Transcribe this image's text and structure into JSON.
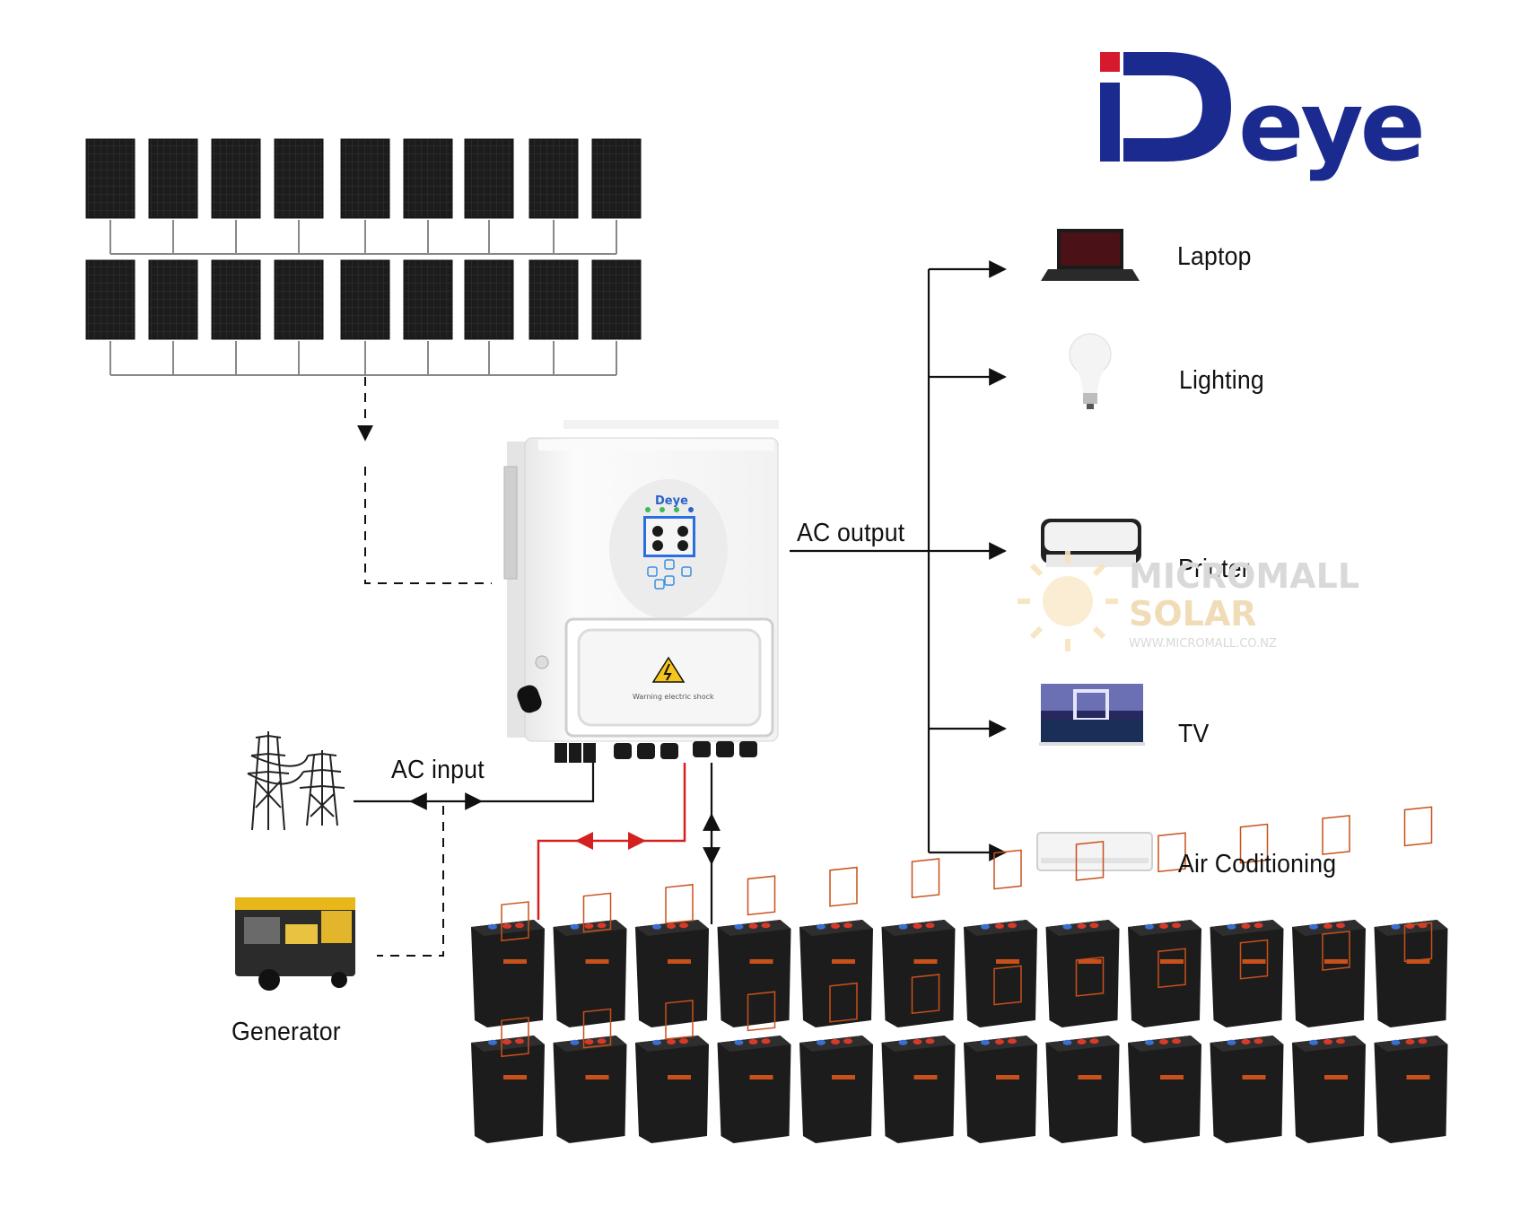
{
  "brand": {
    "logo_text": "Deye",
    "logo_color": "#1b2a8f",
    "logo_accent": "#d6192d"
  },
  "inverter": {
    "screen_brand": "Deye",
    "warning_text": "Warning electric shock"
  },
  "labels": {
    "ac_output": "AC output",
    "ac_input": "AC input",
    "generator": "Generator"
  },
  "loads": [
    {
      "label": "Laptop",
      "icon": "laptop-icon"
    },
    {
      "label": "Lighting",
      "icon": "light-bulb-icon"
    },
    {
      "label": "Printer",
      "icon": "printer-icon"
    },
    {
      "label": "TV",
      "icon": "tv-icon"
    },
    {
      "label": "Air Coditioning",
      "icon": "air-conditioner-icon"
    }
  ],
  "watermark": {
    "line1": "MICROMALL",
    "line2": "SOLAR",
    "url": "WWW.MICROMALL.CO.NZ"
  },
  "colors": {
    "line": "#222222",
    "battery_line": "#d42020",
    "panel": "#1d1d1d",
    "battery": "#1a1a1a",
    "battery_label": "#c8501a"
  }
}
